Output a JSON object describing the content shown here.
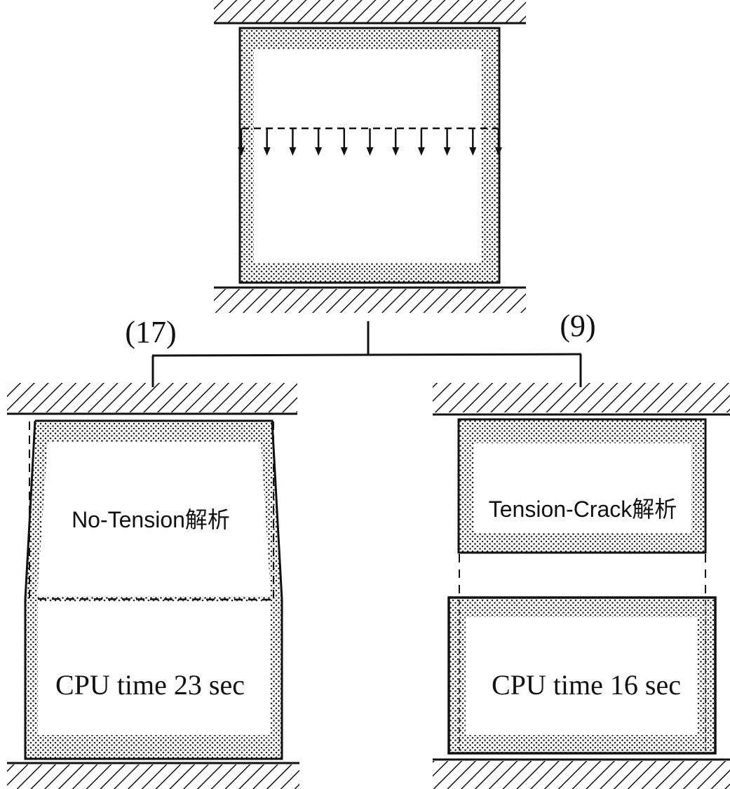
{
  "figure": {
    "top_panel": {
      "description": "Initial block between fixed plates with downward distributed load",
      "load_arrow_count": 11
    },
    "branches": {
      "left_label": "(17)",
      "right_label": "(9)"
    },
    "left_panel": {
      "title": "No-Tension解析",
      "cpu_time": "CPU time 23 sec"
    },
    "right_panel": {
      "title": "Tension-Crack解析",
      "cpu_time": "CPU time 16 sec"
    },
    "colors": {
      "ink": "#111111",
      "stipple": "#222222",
      "background": "#ffffff"
    }
  }
}
